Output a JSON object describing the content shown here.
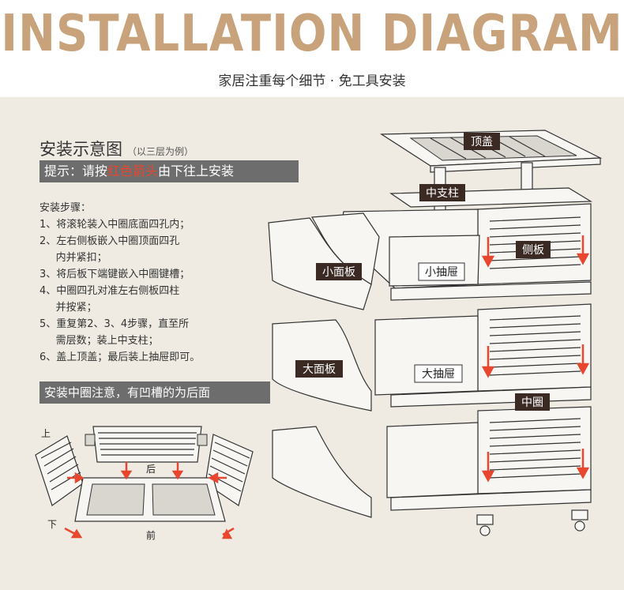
{
  "header": {
    "title": "INSTALLATION DIAGRAM",
    "subtitle": "家居注重每个细节 · 免工具安装"
  },
  "section": {
    "title": "安装示意图",
    "note": "（以三层为例）",
    "tip_prefix": "提示：请按",
    "tip_red": "红色箭头",
    "tip_suffix": "由下往上安装"
  },
  "steps": {
    "heading": "安装步骤：",
    "lines": [
      "1、将滚轮装入中圈底面四孔内；",
      "2、左右侧板嵌入中圈顶面四孔",
      "     内并紧扣；",
      "3、将后板下端键嵌入中圈键槽；",
      "4、中圈四孔对准左右侧板四柱",
      "     并按紧；",
      "5、重复第2、3、4步骤，直至所",
      "     需层数；装上中支柱；",
      "6、盖上顶盖；最后装上抽屉即可。"
    ]
  },
  "ring_note": "安装中圈注意，有凹槽的为后面",
  "ring_diagram": {
    "top": "上",
    "bottom": "下",
    "back": "后",
    "front": "前"
  },
  "labels": {
    "top_cover": "顶盖",
    "middle_post": "中支柱",
    "side_panel": "侧板",
    "small_face": "小面板",
    "small_drawer": "小抽屉",
    "large_face": "大面板",
    "large_drawer": "大抽屉",
    "middle_ring": "中圈"
  },
  "colors": {
    "title": "#c7a27a",
    "panel_bg": "#efebe2",
    "bar_bg": "#6d6d6d",
    "arrow_red": "#e8462f",
    "label_dark": "#3b2a24"
  }
}
